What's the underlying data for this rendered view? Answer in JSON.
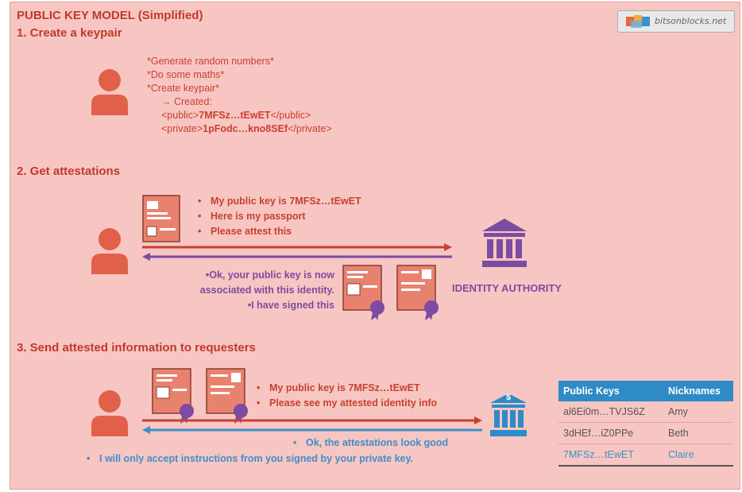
{
  "title": "PUBLIC KEY MODEL (Simplified)",
  "logo_text": "bitsonblocks.net",
  "steps": [
    {
      "label": "1.   Create a keypair"
    },
    {
      "label": "2.   Get attestations"
    },
    {
      "label": "3.   Send attested information to requesters"
    }
  ],
  "step1": {
    "lines": [
      "*Generate random numbers*",
      "*Do some maths*",
      "*Create keypair*"
    ],
    "created": "→ Created:",
    "public_open": "<public>",
    "public_key": "7MFSz…tEwET",
    "public_close": "</public>",
    "private_open": "<private>",
    "private_key": "1pFodc…kno8SEf",
    "private_close": "</private>"
  },
  "step2": {
    "request": [
      "My public key is 7MFSz…tEwET",
      "Here is my passport",
      "Please attest this"
    ],
    "response_line1": "Ok, your public key is now",
    "response_line2": "associated with this identity.",
    "response_line3": "I have signed this",
    "authority_label": "IDENTITY AUTHORITY"
  },
  "step3": {
    "request": [
      "My public key is 7MFSz…tEwET",
      "Please see my attested identity info"
    ],
    "response_line1": "Ok, the attestations look good",
    "response_line2": "I will only accept instructions from you signed by your private key.",
    "bank_symbol": "$"
  },
  "table": {
    "headers": [
      "Public Keys",
      "Nicknames"
    ],
    "rows": [
      [
        "al6Ei0m…TVJS6Z",
        "Amy"
      ],
      [
        "3dHEf…iZ0PPe",
        "Beth"
      ],
      [
        "7MFSz…tEwET",
        "Claire"
      ]
    ]
  },
  "colors": {
    "background": "#f7c6c3",
    "red": "#c8412f",
    "purple": "#7d4ba0",
    "blue": "#3d8fc9",
    "table_header": "#2f8bc7"
  }
}
